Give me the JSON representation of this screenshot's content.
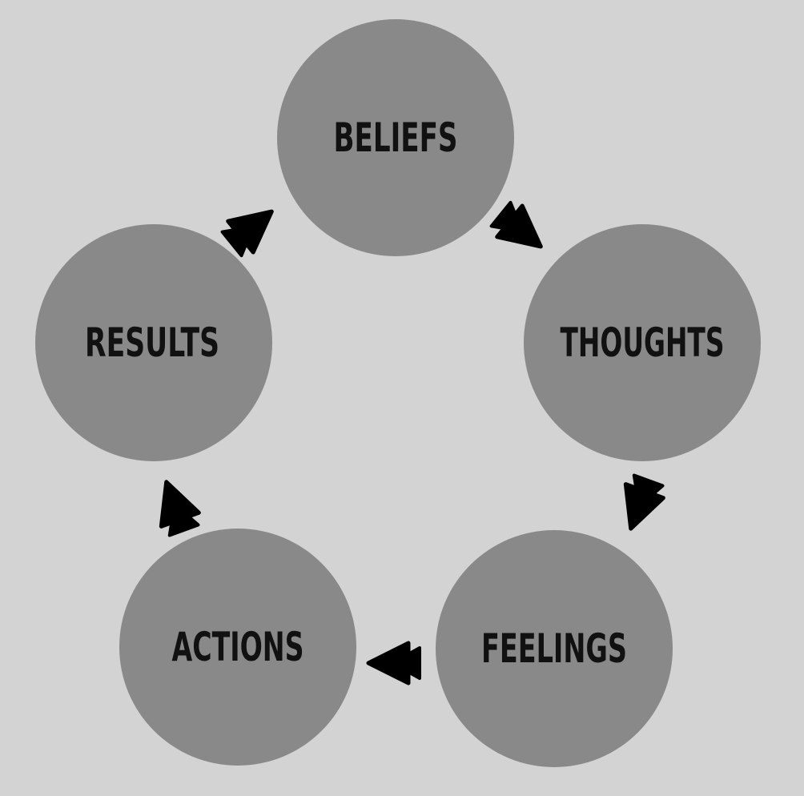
{
  "colors": {
    "background": "#d3d3d3",
    "circle_fill": "#898989",
    "text": "#111111",
    "arrow": "#000000"
  },
  "nodes": [
    {
      "id": "beliefs",
      "label": "BELIEFS"
    },
    {
      "id": "thoughts",
      "label": "THOUGHTS"
    },
    {
      "id": "feelings",
      "label": "FEELINGS"
    },
    {
      "id": "actions",
      "label": "ACTIONS"
    },
    {
      "id": "results",
      "label": "RESULTS"
    }
  ],
  "arrows": [
    {
      "from": "beliefs",
      "to": "thoughts",
      "icon": "arrow-icon"
    },
    {
      "from": "thoughts",
      "to": "feelings",
      "icon": "arrow-icon"
    },
    {
      "from": "feelings",
      "to": "actions",
      "icon": "arrow-icon"
    },
    {
      "from": "actions",
      "to": "results",
      "icon": "arrow-icon"
    },
    {
      "from": "results",
      "to": "beliefs",
      "icon": "arrow-icon"
    }
  ]
}
